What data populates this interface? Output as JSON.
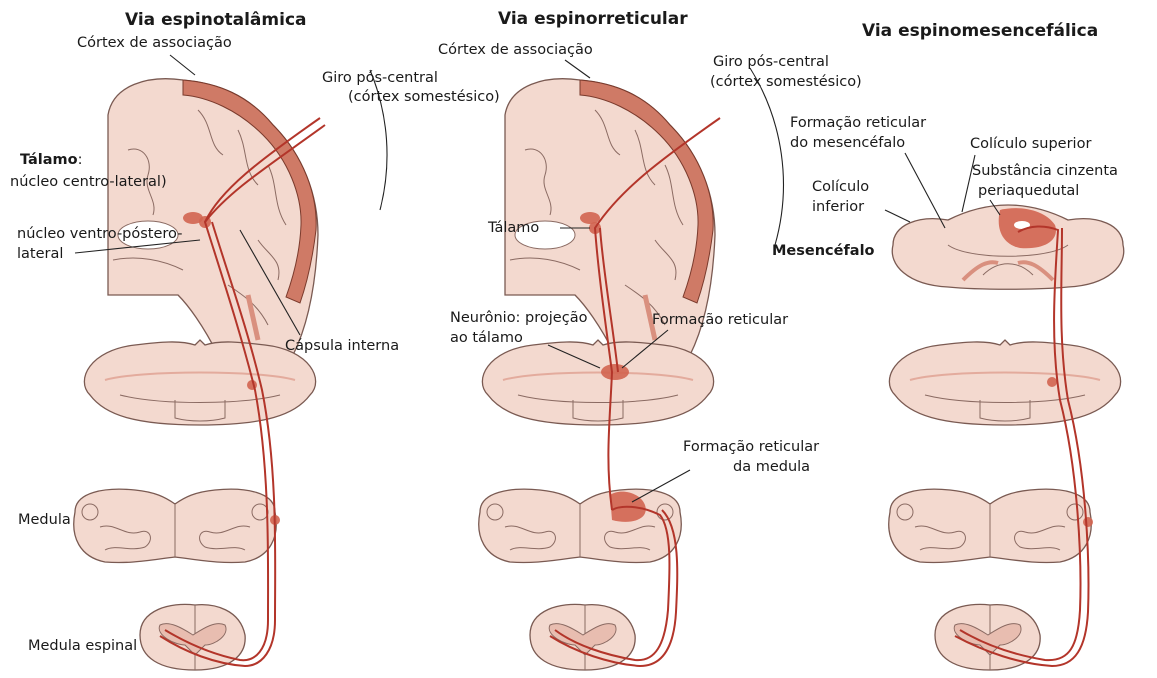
{
  "panels": {
    "spinothalamic": {
      "title": "Via espinotalâmica",
      "labels": {
        "association_cortex": "Córtex de associação",
        "postcentral_gyrus_1": "Giro pós-central",
        "postcentral_gyrus_2": "(córtex somestésico)",
        "thalamus_head": "Tálamo",
        "thalamus_colon": ":",
        "centrolateral_nucleus": "núcleo centro-lateral)",
        "vpl_nucleus_1": "núcleo ventro-póstero-",
        "vpl_nucleus_2": "lateral",
        "internal_capsule": "Cápsula interna",
        "medulla": "Medula",
        "spinal_cord": "Medula espinal"
      }
    },
    "spinoreticular": {
      "title": "Via espinorreticular",
      "labels": {
        "association_cortex": "Córtex de associação",
        "postcentral_gyrus_1": "Giro pós-central",
        "postcentral_gyrus_2": "(córtex somestésico)",
        "thalamus": "Tálamo",
        "neuron_projection_1": "Neurônio: projeção",
        "neuron_projection_2": "ao tálamo",
        "reticular_formation": "Formação reticular",
        "medullary_reticular_1": "Formação reticular",
        "medullary_reticular_2": "da medula"
      }
    },
    "spinomesencephalic": {
      "title": "Via espinomesencefálica",
      "labels": {
        "midbrain_reticular_1": "Formação reticular",
        "midbrain_reticular_2": "do mesencéfalo",
        "superior_colliculus": "Colículo superior",
        "periaqueductal_gray_1": "Substância cinzenta",
        "periaqueductal_gray_2": "periaquedutal",
        "inferior_colliculus_1": "Colículo",
        "inferior_colliculus_2": "inferior",
        "midbrain": "Mesencéfalo"
      }
    }
  },
  "colors": {
    "tissue": "#f3d9cf",
    "gray_matter": "#cf7a66",
    "tract": "#b3352a",
    "outline": "#7a5a52"
  }
}
